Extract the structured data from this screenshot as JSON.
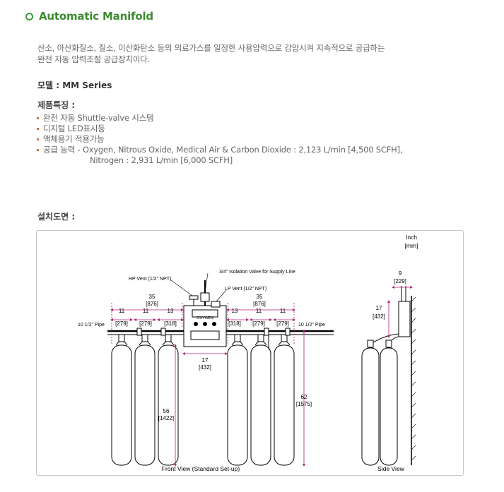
{
  "header": {
    "title": "Automatic Manifold"
  },
  "description": {
    "line1": "산소, 아산화질소, 질소, 이산화탄소 등의 의료가스를 일정한 사용압력으로 감압시켜 지속적으로 공급하는",
    "line2": "완전 자동 압력조절 공급장치이다."
  },
  "model": {
    "label": "모델 : MM Series"
  },
  "features": {
    "heading": "제품특징 :",
    "items": [
      "완전 자동 Shuttle-valve 시스템",
      "디지털 LED표시등",
      "액체용기 적용가능",
      "공급 능력 - Oxygen, Nitrous Oxide, Medical Air & Carbon Dioxide : 2,123 L/min [4,500 SCFH],"
    ],
    "item4_line2": "Nitrogen : 2,931 L/min [6,000 SCFH]"
  },
  "install": {
    "heading": "설치도면 :"
  },
  "diagram": {
    "unit_line1": "Inch",
    "unit_line2": "[mm]",
    "iso_valve": "3/4\" Isolation Valve for Supply Line",
    "hp_vent": "HP Vent (1/2\" NPT)",
    "lp_vent": "LP Vent (1/2\" NPT)",
    "pipe_left": "10 1/2\" Pipe",
    "pipe_right": "10 1/2\" Pipe",
    "panel_label": "OXYGEN",
    "dims": {
      "left_total": "35",
      "left_total_mm": "[876]",
      "right_total": "35",
      "right_total_mm": "[876]",
      "d11a": "11",
      "d11a_mm": "[279]",
      "d11b": "11",
      "d11b_mm": "[279]",
      "d13a": "13",
      "d13a_mm": "[318]",
      "d13b": "13",
      "d13b_mm": "[318]",
      "d11c": "11",
      "d11c_mm": "[279]",
      "d11d": "11",
      "d11d_mm": "[279]",
      "d17": "17",
      "d17_mm": "[432]",
      "d56": "56",
      "d56_mm": "[1422]",
      "d62": "62",
      "d62_mm": "[1575]",
      "side_9": "9",
      "side_9_mm": "[229]",
      "side_17": "17",
      "side_17_mm": "[432]"
    },
    "front_caption": "Front View (Standard Set-up)",
    "side_caption": "Side View"
  }
}
